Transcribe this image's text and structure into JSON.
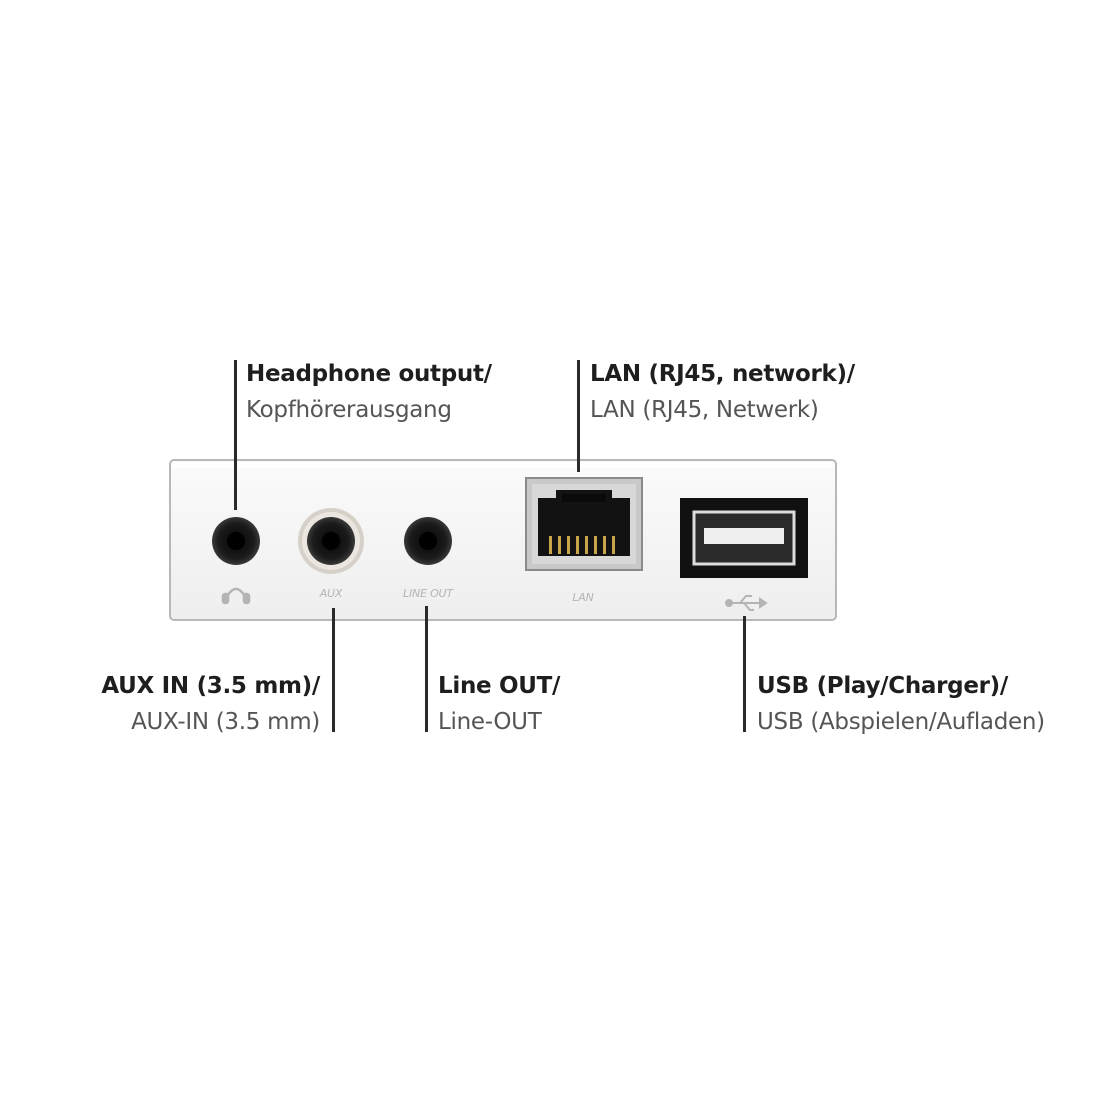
{
  "callouts": {
    "headphone": {
      "title": "Headphone output/",
      "subtitle": "Kopfhörerausgang"
    },
    "lan": {
      "title": "LAN (RJ45, network)/",
      "subtitle": "LAN (RJ45, Netwerk)"
    },
    "aux": {
      "title": "AUX IN (3.5 mm)/",
      "subtitle": "AUX-IN (3.5 mm)"
    },
    "line_out": {
      "title": "Line OUT/",
      "subtitle": "Line-OUT"
    },
    "usb": {
      "title": "USB (Play/Charger)/",
      "subtitle": "USB (Abspielen/Aufladen)"
    }
  },
  "panel": {
    "aux_label": "AUX",
    "line_out_label": "LINE OUT",
    "lan_label": "LAN"
  },
  "icons": {
    "headphone": "headphone-icon",
    "usb": "usb-icon"
  },
  "colors": {
    "panel": "#f2f2f2",
    "jack": "#1a1a1a",
    "text_bold": "#1e1e1e",
    "text_sub": "#555555"
  }
}
